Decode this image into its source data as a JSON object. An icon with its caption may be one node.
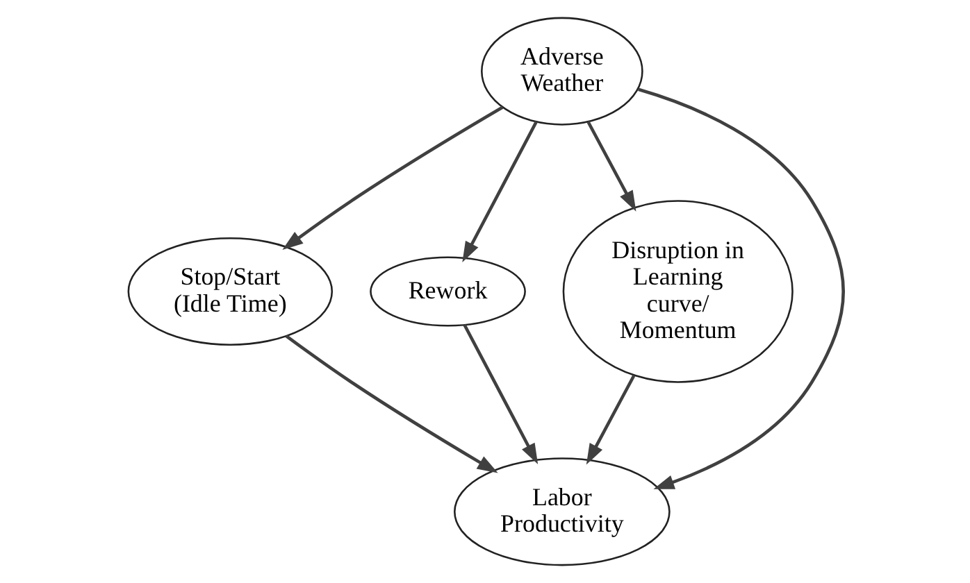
{
  "diagram": {
    "nodes": [
      {
        "text": [
          "Adverse Weather"
        ]
      },
      {
        "text": [
          "Stop/Start (Idle Time)"
        ]
      },
      {
        "text": [
          "Rework"
        ]
      },
      {
        "text": [
          "Disruption in Learning curve/ Momentum"
        ]
      },
      {
        "text": [
          "Labor Productivity"
        ]
      }
    ],
    "edges": [
      {
        "from": 0,
        "to": 1,
        "arrow": "to"
      },
      {
        "from": 0,
        "to": 2,
        "arrow": "to"
      },
      {
        "from": 0,
        "to": 4,
        "arrow": "to"
      },
      {
        "from": 0,
        "to": 3,
        "arrow": "to"
      },
      {
        "from": 1,
        "to": 4,
        "arrow": "to"
      },
      {
        "from": 2,
        "to": 4,
        "arrow": "to"
      },
      {
        "from": 3,
        "to": 4,
        "arrow": "to"
      }
    ]
  }
}
